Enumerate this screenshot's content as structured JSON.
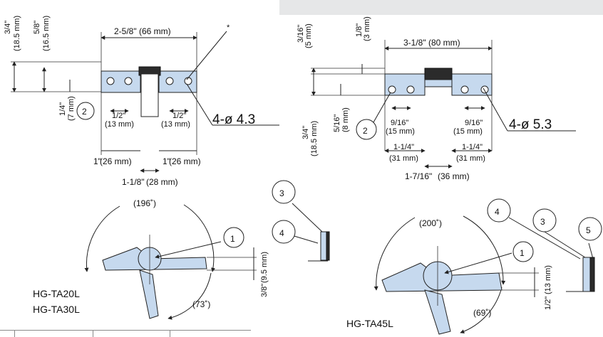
{
  "left": {
    "overall_width": "2-5/8\" (66 mm)",
    "star": "*",
    "v_total": "3/4\"",
    "v_total_mm": "(18.5 mm)",
    "v_mid": "5/8\"",
    "v_mid_mm": "(16.5 mm)",
    "v_low": "1/4\"",
    "v_low_mm": "(7 mm)",
    "hole_spacing_l": "1/2\"",
    "hole_spacing_l_mm": "(13 mm)",
    "hole_spacing_r": "1/2\"",
    "hole_spacing_r_mm": "(13 mm)",
    "holes": "4-ø 4.3",
    "edge_l": "1\"",
    "edge_l_mm": "(26 mm)",
    "edge_r": "1\"",
    "edge_r_mm": "(26 mm)",
    "center_gap": "1-1/8\"",
    "center_gap_mm": "(28 mm)",
    "callout_2": "2",
    "angle_open": "(196˚)",
    "angle_down": "(73˚)",
    "callout_1": "1",
    "height": "3/8\"",
    "height_mm": "(9.5 mm)",
    "model_a": "HG-TA20L",
    "model_b": "HG-TA30L",
    "side_callout_3": "3",
    "side_callout_4": "4"
  },
  "right": {
    "overall_width": "3-1/8\" (80 mm)",
    "v_a": "3/16\"",
    "v_a_mm": "(5 mm)",
    "v_b": "1/8\"",
    "v_b_mm": "(3 mm)",
    "v_total": "3/4\"",
    "v_total_mm": "(18.5 mm)",
    "v_low": "5/16\"",
    "v_low_mm": "(8 mm)",
    "hole_spacing_l": "9/16\"",
    "hole_spacing_l_mm": "(15 mm)",
    "hole_spacing_r": "9/16\"",
    "hole_spacing_r_mm": "(15 mm)",
    "holes": "4-ø 5.3",
    "edge_l": "1-1/4\"",
    "edge_l_mm": "(31 mm)",
    "edge_r": "1-1/4\"",
    "edge_r_mm": "(31 mm)",
    "center_gap": "1-7/16\"",
    "center_gap_mm": "(36 mm)",
    "callout_2": "2",
    "angle_open": "(200˚)",
    "angle_down": "(69˚)",
    "callout_1": "1",
    "height": "1/2\"",
    "height_mm": "(13 mm)",
    "model": "HG-TA45L",
    "side_callout_4": "4",
    "side_callout_3": "3",
    "side_callout_5": "5"
  }
}
